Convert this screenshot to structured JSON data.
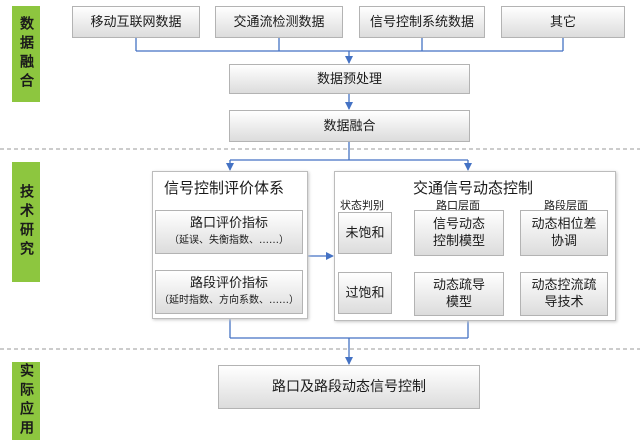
{
  "phases": {
    "fusion": "数据融合",
    "research": "技术研究",
    "application": "实际应用"
  },
  "sources": [
    "移动互联网数据",
    "交通流检测数据",
    "信号控制系统数据",
    "其它"
  ],
  "preprocess": "数据预处理",
  "fusion_box": "数据融合",
  "evaluation": {
    "title": "信号控制评价体系",
    "intersection": {
      "name": "路口评价指标",
      "detail": "（延误、失衡指数、……）"
    },
    "segment": {
      "name": "路段评价指标",
      "detail": "（延时指数、方向系数、……）"
    }
  },
  "dynamic": {
    "title": "交通信号动态控制",
    "state_label": "状态判别",
    "intersection_level": "路口层面",
    "segment_level": "路段层面",
    "unsaturated": "未饱和",
    "oversaturated": "过饱和",
    "signal_model": [
      "信号动态",
      "控制模型"
    ],
    "phase_diff": [
      "动态相位差",
      "协调"
    ],
    "dispersion_model": [
      "动态疏导",
      "模型"
    ],
    "flow_control": [
      "动态控流疏",
      "导技术"
    ]
  },
  "application_box": "路口及路段动态信号控制"
}
